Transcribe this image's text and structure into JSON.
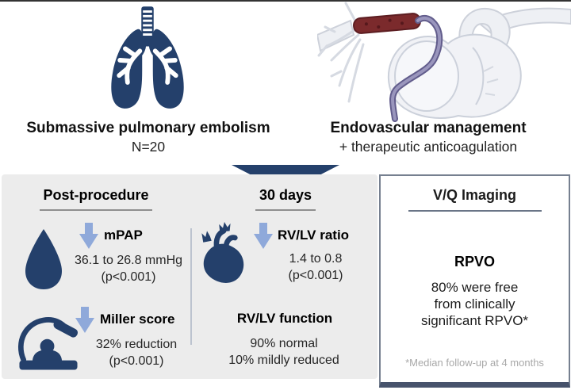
{
  "top": {
    "condition": {
      "title": "Submassive pulmonary embolism",
      "n": "N=20"
    },
    "treatment": {
      "title": "Endovascular management",
      "subtitle": "+ therapeutic anticoagulation"
    }
  },
  "post_procedure": {
    "heading": "Post-procedure",
    "mpap": {
      "label": "mPAP",
      "value": "36.1 to 26.8 mmHg",
      "p": "(p<0.001)",
      "trend": "down"
    },
    "miller": {
      "label": "Miller score",
      "value": "32% reduction",
      "p": "(p<0.001)",
      "trend": "down"
    }
  },
  "thirty_days": {
    "heading": "30 days",
    "rvlv_ratio": {
      "label": "RV/LV ratio",
      "value": "1.4 to 0.8",
      "p": "(p<0.001)",
      "trend": "down"
    },
    "rvlv_function": {
      "label": "RV/LV function",
      "line1": "90% normal",
      "line2": "10% mildly reduced"
    }
  },
  "vq": {
    "heading": "V/Q Imaging",
    "label": "RPVO",
    "line1": "80% were free",
    "line2": "from clinically",
    "line3": "significant RPVO*",
    "footnote": "*Median follow-up at 4 months"
  },
  "icons": {
    "lungs": "lungs-icon",
    "heart_catheter": "heart-catheter-illustration",
    "flow_arrow": "down-triangle-icon",
    "drop": "blood-drop-icon",
    "heart": "anatomical-heart-icon",
    "fluoro": "fluoroscopy-patient-icon",
    "decrease": "arrow-down-icon"
  },
  "colors": {
    "navy": "#24406b",
    "arrow_blue": "#8fa9da",
    "panel_gray": "#ececec",
    "clot_red": "#7b2a2c",
    "catheter_purple": "#8a86b0",
    "border_slate": "#768090",
    "footnote_gray": "#a8a8a8"
  }
}
